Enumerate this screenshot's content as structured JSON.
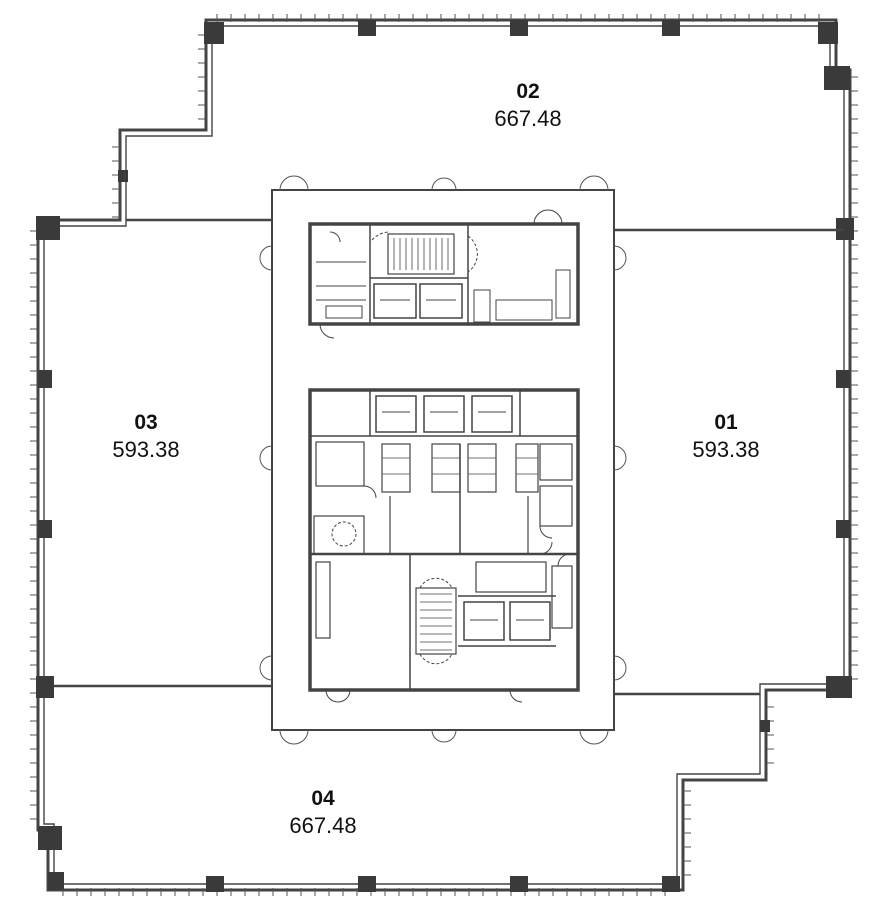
{
  "units": [
    {
      "id": "02",
      "area": "667.48"
    },
    {
      "id": "03",
      "area": "593.38"
    },
    {
      "id": "01",
      "area": "593.38"
    },
    {
      "id": "04",
      "area": "667.48"
    }
  ]
}
